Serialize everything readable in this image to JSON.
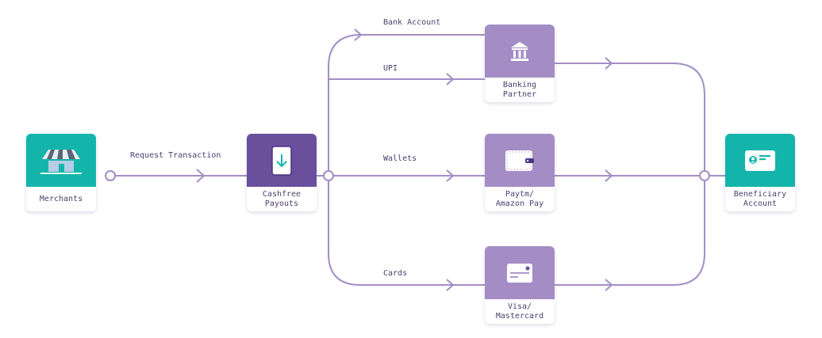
{
  "colors": {
    "line": "#a48dc5",
    "teal": "#13b5ab",
    "dark_purple": "#6a4f9d",
    "light_purple": "#a48dc5",
    "label_text": "#4b3f6e"
  },
  "nodes": {
    "merchants": {
      "label": "Merchants",
      "icon": "storefront-icon"
    },
    "cashfree": {
      "label": "Cashfree\nPayouts",
      "icon": "download-arrow-icon"
    },
    "banking": {
      "label": "Banking\nPartner",
      "icon": "bank-icon"
    },
    "wallet": {
      "label": "Paytm/\nAmazon Pay",
      "icon": "wallet-icon"
    },
    "cards": {
      "label": "Visa/\nMastercard",
      "icon": "credit-card-icon"
    },
    "beneficiary": {
      "label": "Beneficiary\nAccount",
      "icon": "id-card-icon"
    }
  },
  "edges": {
    "request": "Request Transaction",
    "bank_account": "Bank Account",
    "upi": "UPI",
    "wallets": "Wallets",
    "cards": "Cards"
  }
}
